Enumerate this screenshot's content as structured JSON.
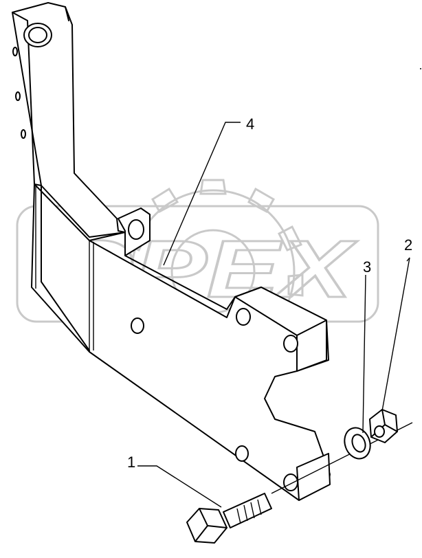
{
  "watermark": {
    "text": "OPEX",
    "color": "#c9c9c9"
  },
  "callouts": [
    {
      "id": "1",
      "label": "1",
      "part": "hex-bolt"
    },
    {
      "id": "2",
      "label": "2",
      "part": "hex-nut"
    },
    {
      "id": "3",
      "label": "3",
      "part": "lock-washer"
    },
    {
      "id": "4",
      "label": "4",
      "part": "bracket"
    }
  ],
  "colors": {
    "line": "#000000",
    "background": "#ffffff",
    "watermark": "#c9c9c9"
  }
}
